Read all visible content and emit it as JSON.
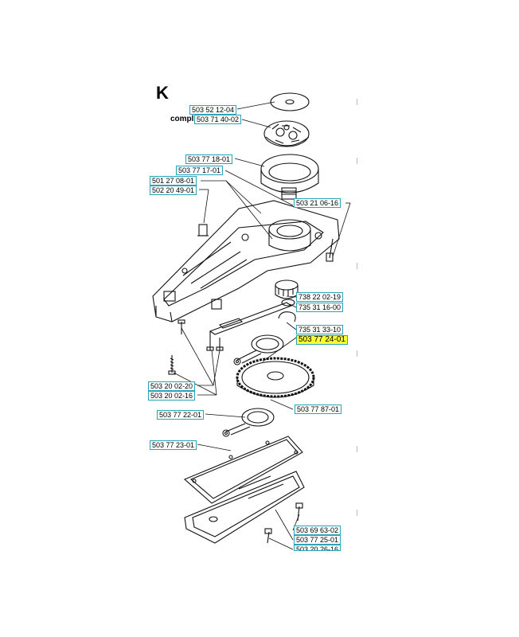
{
  "section": "K",
  "compl_prefix": "compl",
  "highlight_color": "#ffff33",
  "label_border_color": "#2aa5b8",
  "parts": [
    {
      "id": "p1",
      "label": "503 52 12-04",
      "highlighted": false
    },
    {
      "id": "p2",
      "label": "503 71 40-02",
      "highlighted": false
    },
    {
      "id": "p3",
      "label": "503 77 18-01",
      "highlighted": false
    },
    {
      "id": "p4",
      "label": "503 77 17-01",
      "highlighted": false
    },
    {
      "id": "p5",
      "label": "501 27 08-01",
      "highlighted": false
    },
    {
      "id": "p6",
      "label": "502 20 49-01",
      "highlighted": false
    },
    {
      "id": "p7",
      "label": "503 21 06-16",
      "highlighted": false
    },
    {
      "id": "p8",
      "label": "738 22 02-19",
      "highlighted": false
    },
    {
      "id": "p9",
      "label": "735 31 16-00",
      "highlighted": false
    },
    {
      "id": "p10",
      "label": "735 31 33-10",
      "highlighted": false
    },
    {
      "id": "p11",
      "label": "503 77 24-01",
      "highlighted": true
    },
    {
      "id": "p12",
      "label": "503 20 02-20",
      "highlighted": false
    },
    {
      "id": "p13",
      "label": "503 20 02-16",
      "highlighted": false
    },
    {
      "id": "p14",
      "label": "503 77 87-01",
      "highlighted": false
    },
    {
      "id": "p15",
      "label": "503 77 22-01",
      "highlighted": false
    },
    {
      "id": "p16",
      "label": "503 77 23-01",
      "highlighted": false
    },
    {
      "id": "p17",
      "label": "503 69 63-02",
      "highlighted": false
    },
    {
      "id": "p18",
      "label": "503 77 25-01",
      "highlighted": false
    },
    {
      "id": "p19",
      "label": "503 20 26-16",
      "highlighted": false
    }
  ]
}
